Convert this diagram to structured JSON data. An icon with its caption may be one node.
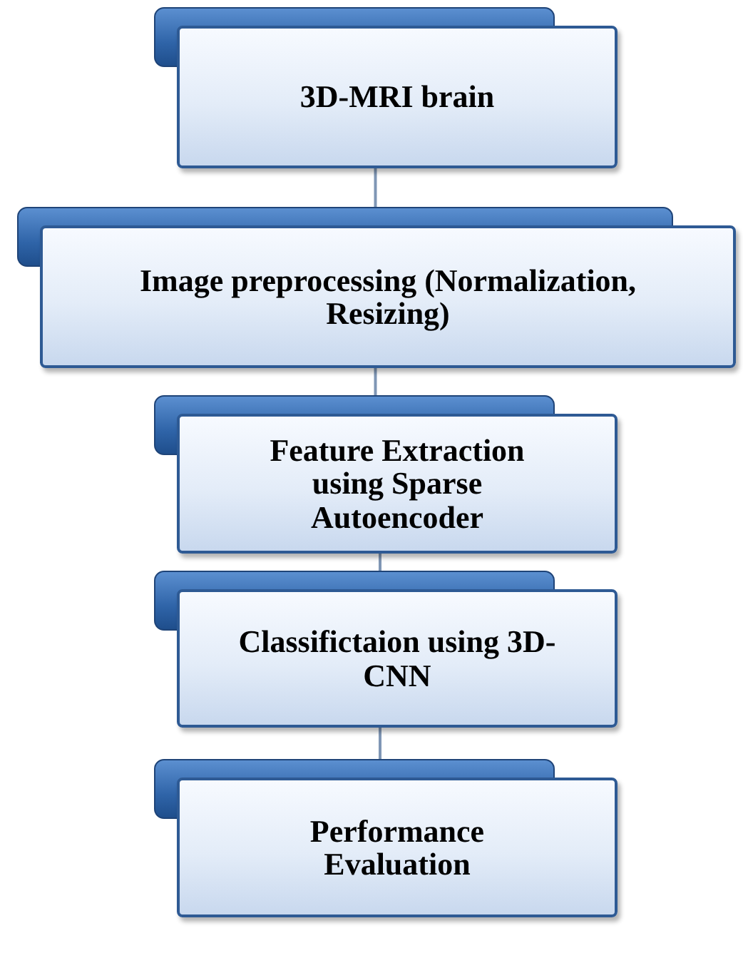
{
  "diagram": {
    "nodes": [
      {
        "text": [
          "3D-MRI brain"
        ]
      },
      {
        "text": [
          "Image preprocessing (Normalization, Resizing)"
        ]
      },
      {
        "text": [
          "Feature Extraction using Sparse Autoencoder"
        ]
      },
      {
        "text": [
          "Classifictaion using 3D-CNN"
        ]
      },
      {
        "text": [
          "Performance Evaluation"
        ]
      }
    ],
    "edges": [
      {
        "from": 0,
        "to": 1,
        "arrow": "none"
      },
      {
        "from": 1,
        "to": 2,
        "arrow": "none"
      },
      {
        "from": 2,
        "to": 3,
        "arrow": "none"
      },
      {
        "from": 3,
        "to": 4,
        "arrow": "none"
      }
    ]
  }
}
